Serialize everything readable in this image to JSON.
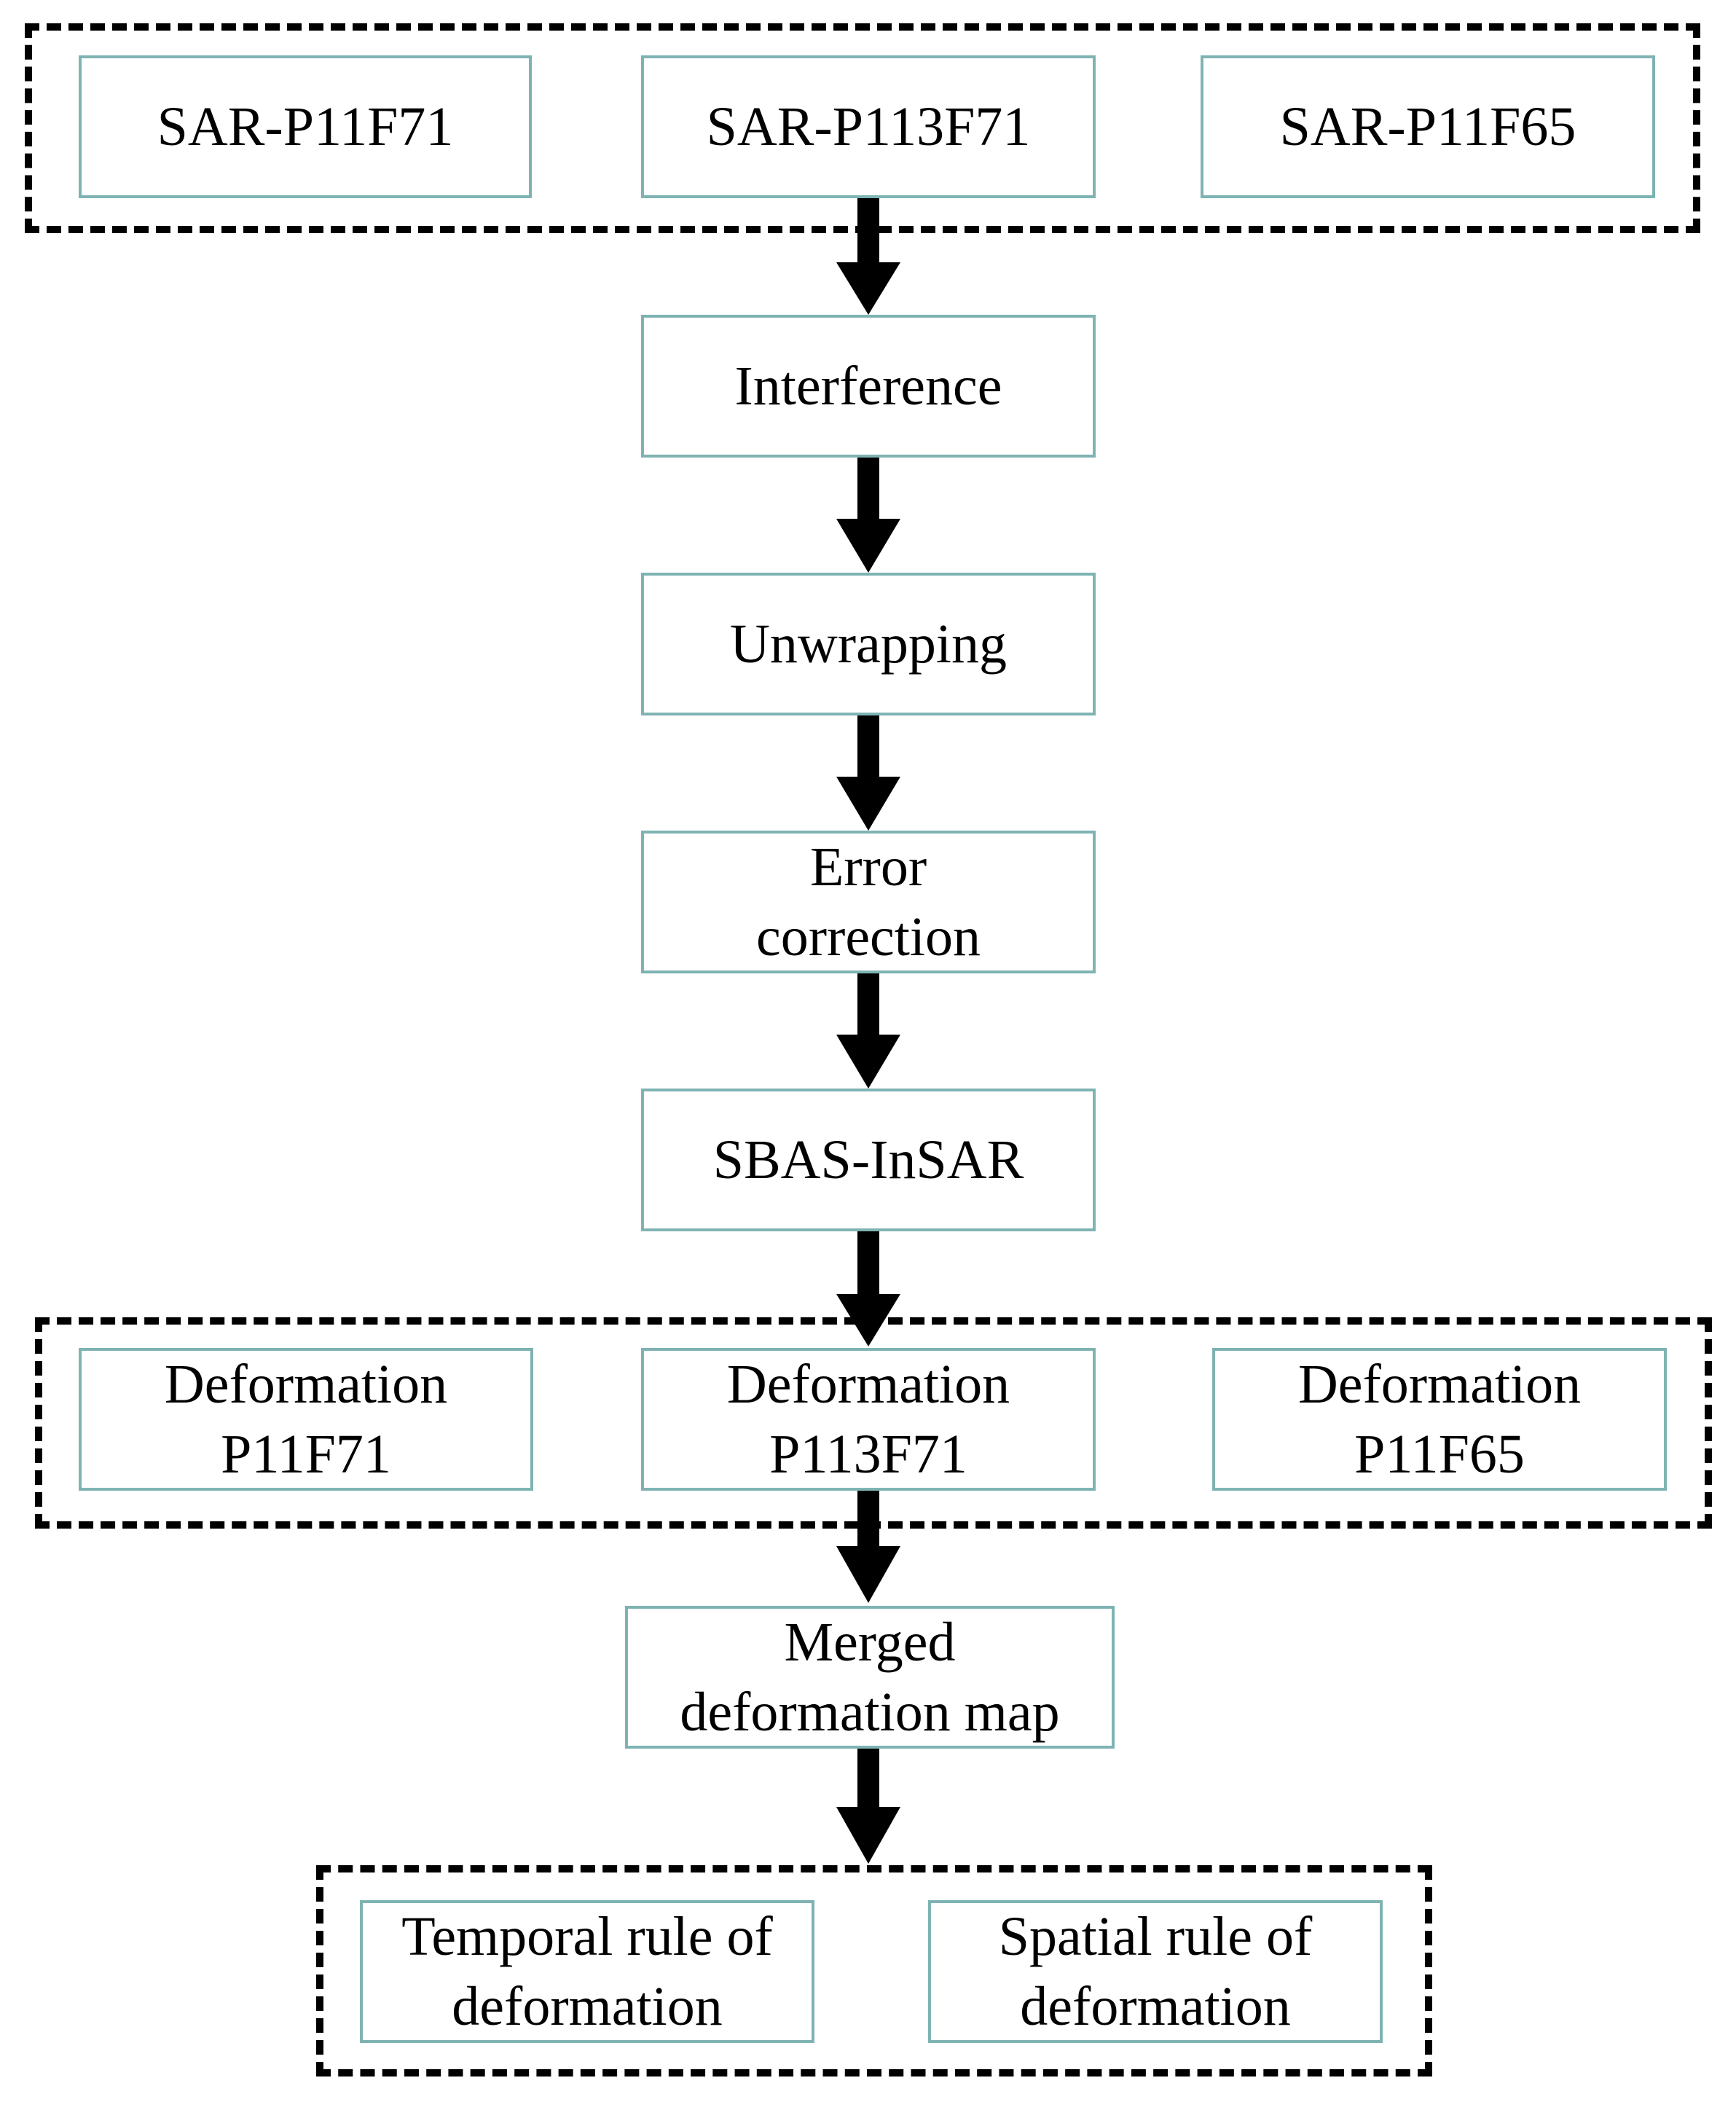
{
  "colors": {
    "node_border": "#7fb3b3",
    "arrow": "#000000",
    "group_border": "#000000"
  },
  "groups": {
    "inputs": [
      "SAR-P11F71",
      "SAR-P113F71",
      "SAR-P11F65"
    ],
    "deformations": [
      [
        "Deformation",
        "P11F71"
      ],
      [
        "Deformation",
        "P113F71"
      ],
      [
        "Deformation",
        "P11F65"
      ]
    ],
    "rules": [
      [
        "Temporal rule of",
        "deformation"
      ],
      [
        "Spatial rule of",
        "deformation"
      ]
    ]
  },
  "steps": {
    "interference": "Interference",
    "unwrapping": "Unwrapping",
    "error_correction": [
      "Error",
      "correction"
    ],
    "sbas": "SBAS-InSAR",
    "merged": [
      "Merged",
      "deformation map"
    ]
  }
}
